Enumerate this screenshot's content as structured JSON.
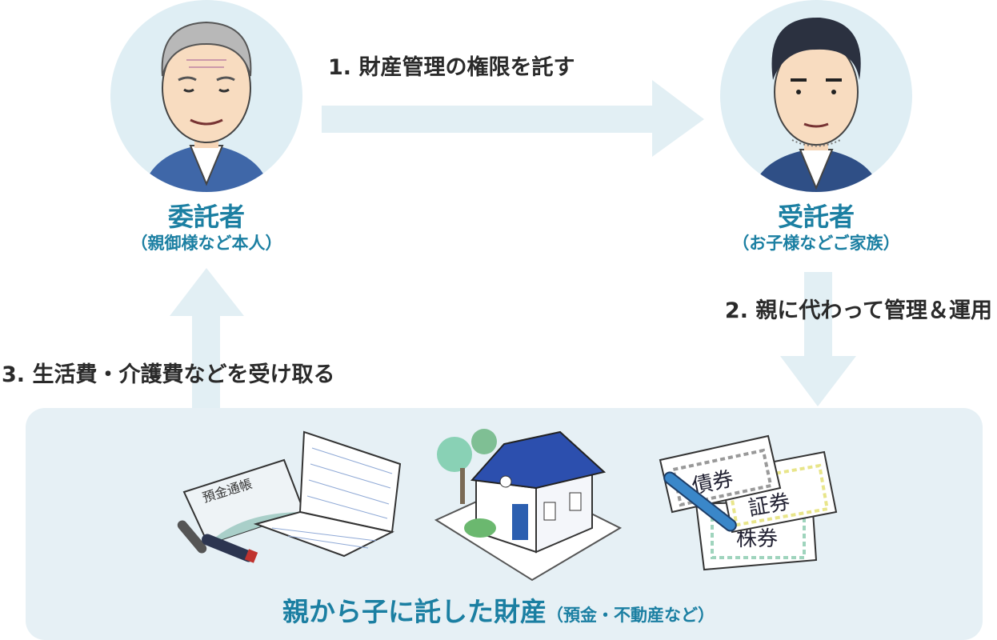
{
  "colors": {
    "accent": "#1b7fa2",
    "arrow": "#e2eff4",
    "circle": "#dfeef4",
    "panel": "#e6f0f5",
    "text": "#2a2a2a"
  },
  "settlor": {
    "title": "委託者",
    "subtitle": "（親御様など本人）"
  },
  "trustee": {
    "title": "受託者",
    "subtitle": "（お子様などご家族）"
  },
  "steps": [
    {
      "label": "1. 財産管理の権限を託す"
    },
    {
      "label": "2. 親に代わって管理＆運用"
    },
    {
      "label": "3. 生活費・介護費などを受け取る"
    }
  ],
  "assets": {
    "title": "親から子に託した財産",
    "note": "（預金・不動産など）",
    "passbook_text": "預金通帳",
    "securities": [
      "債券",
      "証券",
      "株券"
    ]
  }
}
